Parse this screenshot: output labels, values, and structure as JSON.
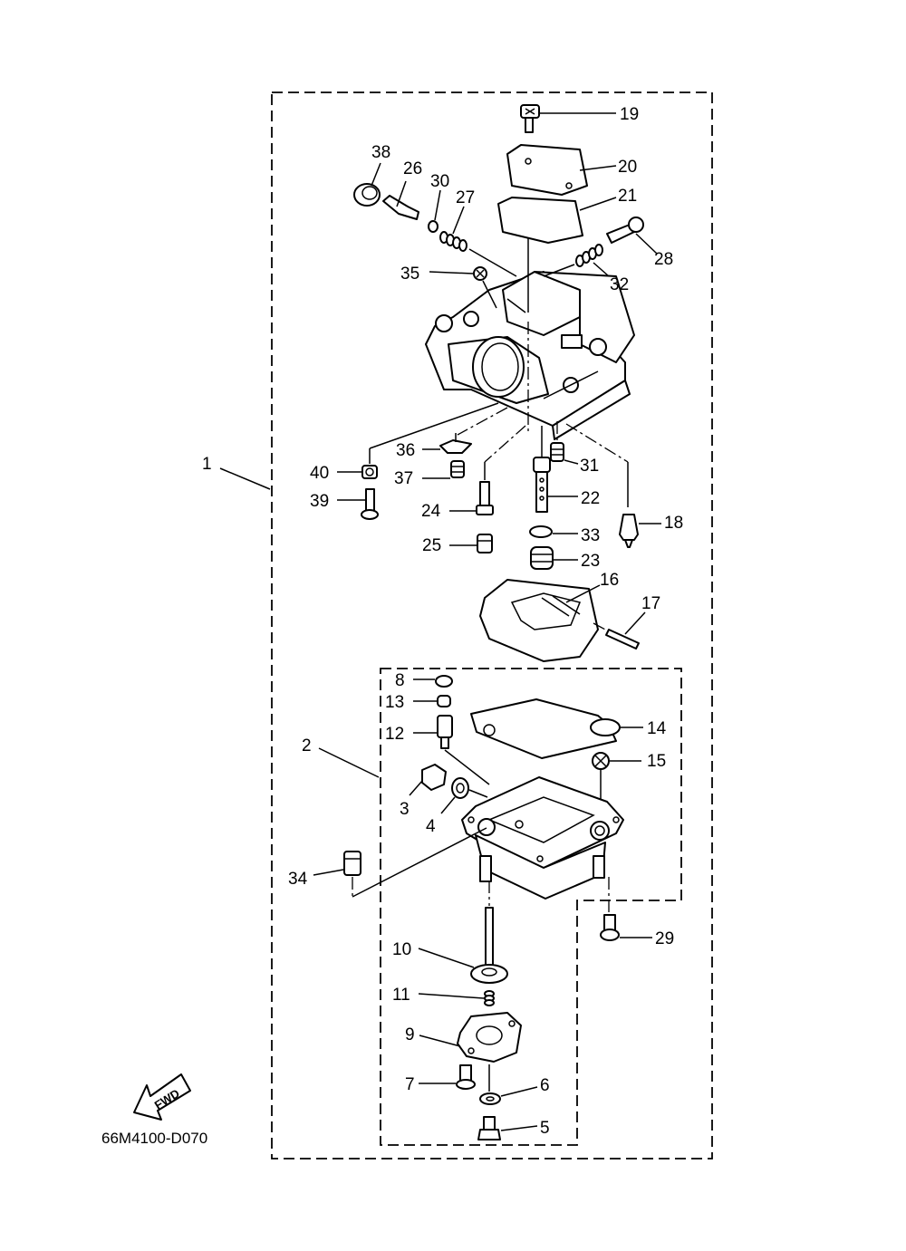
{
  "diagram": {
    "code": "66M4100-D070",
    "fwd_label": "FWD",
    "labels": {
      "p1": "1",
      "p2": "2",
      "p3": "3",
      "p4": "4",
      "p5": "5",
      "p6": "6",
      "p7": "7",
      "p8": "8",
      "p9": "9",
      "p10": "10",
      "p11": "11",
      "p12": "12",
      "p13": "13",
      "p14": "14",
      "p15": "15",
      "p16": "16",
      "p17": "17",
      "p18": "18",
      "p19": "19",
      "p20": "20",
      "p21": "21",
      "p22": "22",
      "p23": "23",
      "p24": "24",
      "p25": "25",
      "p26": "26",
      "p27": "27",
      "p28": "28",
      "p29": "29",
      "p30": "30",
      "p31": "31",
      "p32": "32",
      "p33": "33",
      "p34": "34",
      "p35": "35",
      "p36": "36",
      "p37": "37",
      "p38": "38",
      "p39": "39",
      "p40": "40"
    }
  }
}
